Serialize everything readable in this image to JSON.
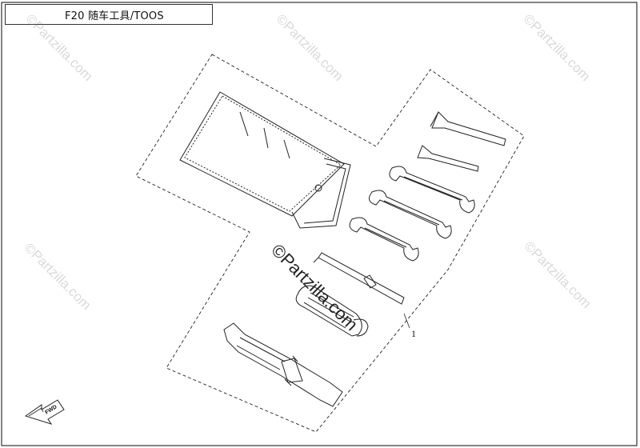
{
  "title": "F20  随车工具/TOOS",
  "callout": "1",
  "direction_label": "FWD",
  "watermark": "©Partzilla.com",
  "watermark_center": "©Partzilla.com",
  "icons": [
    "tool-pouch-icon",
    "hex-key-icon",
    "open-end-wrench-icon",
    "screwdriver-icon",
    "screwdriver-handle-icon",
    "spark-plug-wrench-icon",
    "forward-arrow-icon"
  ],
  "colors": {
    "line": "#222222",
    "watermark": "#9a9a9a"
  }
}
